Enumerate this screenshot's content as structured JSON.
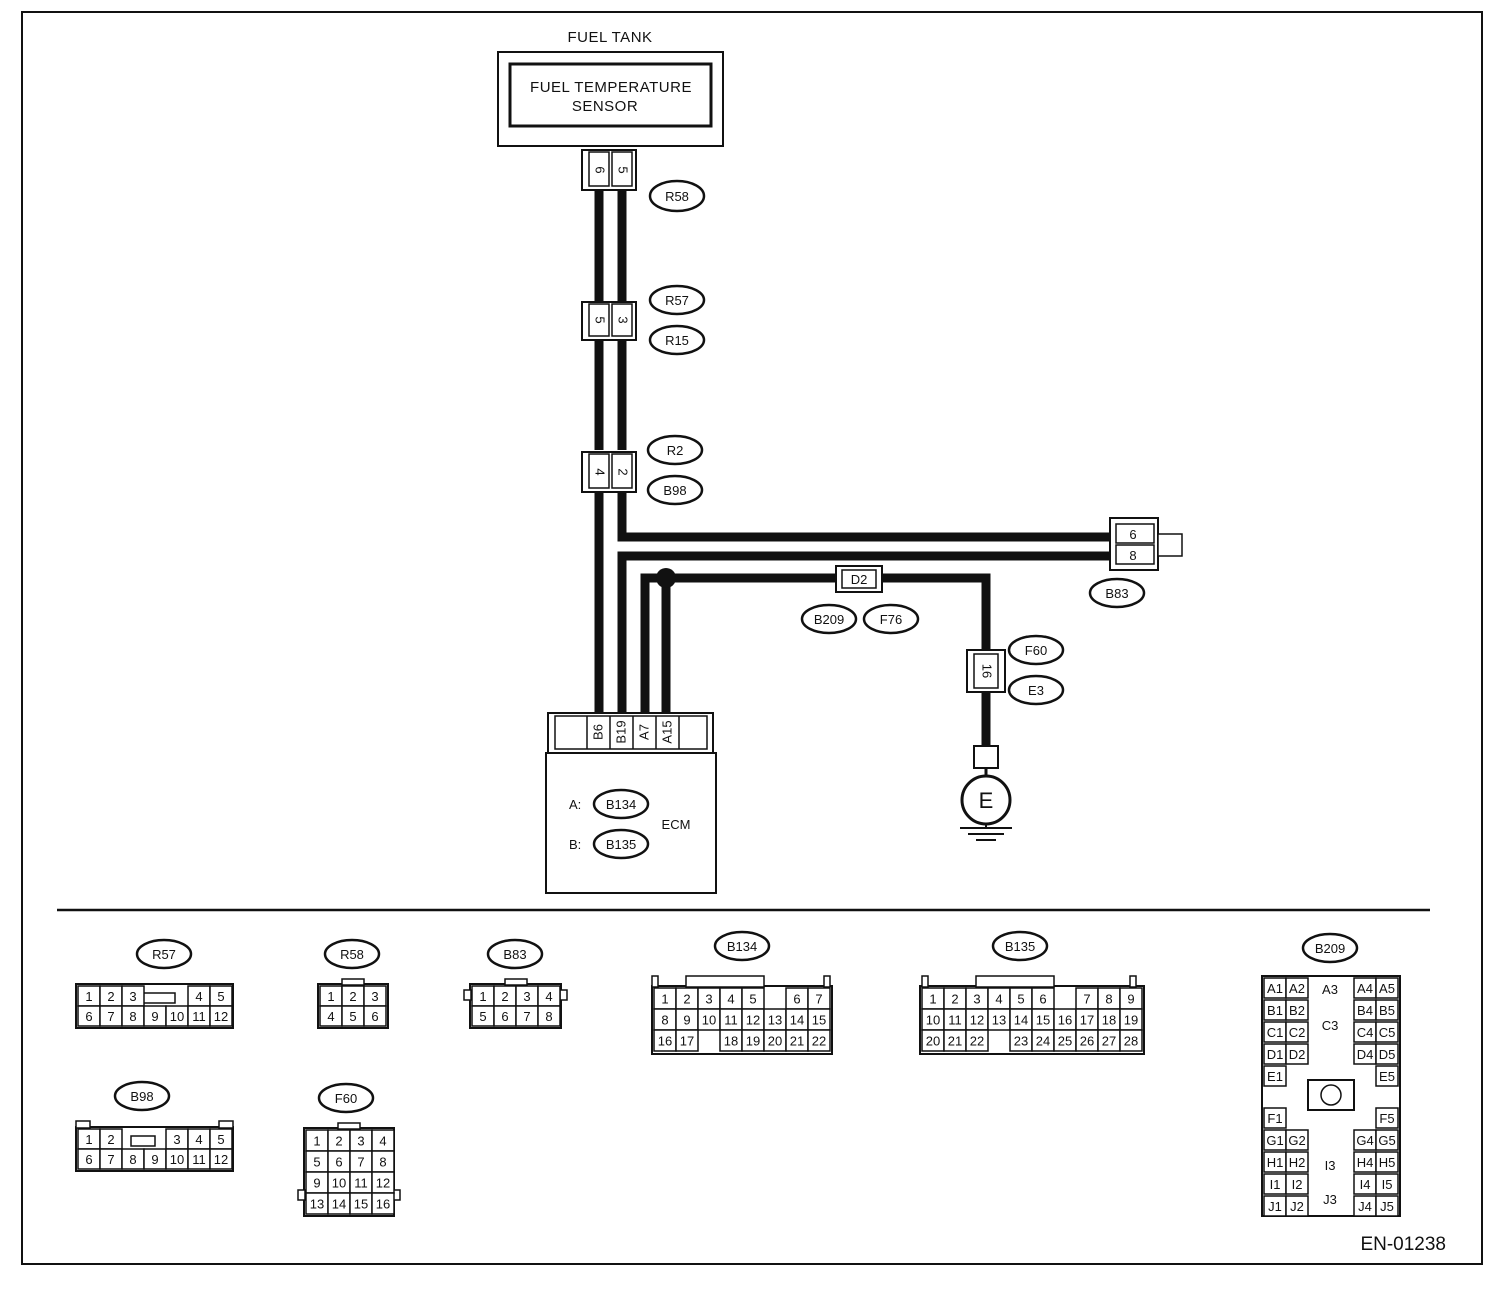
{
  "fuel_tank_label": "FUEL TANK",
  "sensor_label_1": "FUEL TEMPERATURE",
  "sensor_label_2": "SENSOR",
  "ecm": {
    "label": "ECM",
    "a_prefix": "A:",
    "b_prefix": "B:",
    "a_connector": "B134",
    "b_connector": "B135",
    "pins": [
      "B6",
      "B19",
      "A7",
      "A15"
    ]
  },
  "connectors": {
    "r58": {
      "tag": "R58",
      "pins": [
        "6",
        "5"
      ]
    },
    "r57": {
      "tags": [
        "R57",
        "R15"
      ],
      "pins": [
        "5",
        "3"
      ]
    },
    "r2": {
      "tags": [
        "R2",
        "B98"
      ],
      "pins": [
        "4",
        "2"
      ]
    },
    "b83": {
      "tag": "B83",
      "pins": [
        "6",
        "8"
      ]
    },
    "d2": {
      "label": "D2",
      "tags": [
        "B209",
        "F76"
      ]
    },
    "f60": {
      "tags": [
        "F60",
        "E3"
      ],
      "pin": "16"
    },
    "ground": "E"
  },
  "figure_id": "EN-01238",
  "pinouts": {
    "r57": {
      "tag": "R57",
      "row1": [
        "1",
        "2",
        "3",
        "",
        "",
        "4",
        "5"
      ],
      "row2": [
        "6",
        "7",
        "8",
        "9",
        "10",
        "11",
        "12"
      ]
    },
    "r58": {
      "tag": "R58",
      "row1": [
        "1",
        "2",
        "3"
      ],
      "row2": [
        "4",
        "5",
        "6"
      ]
    },
    "b83": {
      "tag": "B83",
      "row1": [
        "1",
        "2",
        "3",
        "4"
      ],
      "row2": [
        "5",
        "6",
        "7",
        "8"
      ]
    },
    "b98": {
      "tag": "B98",
      "row1": [
        "1",
        "2",
        "",
        "",
        "3",
        "4",
        "5"
      ],
      "row2": [
        "6",
        "7",
        "8",
        "9",
        "10",
        "11",
        "12"
      ]
    },
    "f60": {
      "tag": "F60",
      "rows": [
        [
          "1",
          "2",
          "3",
          "4"
        ],
        [
          "5",
          "6",
          "7",
          "8"
        ],
        [
          "9",
          "10",
          "11",
          "12"
        ],
        [
          "13",
          "14",
          "15",
          "16"
        ]
      ]
    },
    "b134": {
      "tag": "B134",
      "row1": [
        "1",
        "2",
        "3",
        "4",
        "5",
        "",
        "6",
        "7"
      ],
      "row2": [
        "8",
        "9",
        "10",
        "11",
        "12",
        "13",
        "14",
        "15"
      ],
      "row3": [
        "16",
        "17",
        "",
        "18",
        "19",
        "20",
        "21",
        "22"
      ]
    },
    "b135": {
      "tag": "B135",
      "row1": [
        "1",
        "2",
        "3",
        "4",
        "5",
        "6",
        "",
        "7",
        "8",
        "9"
      ],
      "row2": [
        "10",
        "11",
        "12",
        "13",
        "14",
        "15",
        "16",
        "17",
        "18",
        "19"
      ],
      "row3": [
        "20",
        "21",
        "22",
        "",
        "23",
        "24",
        "25",
        "26",
        "27",
        "28"
      ]
    },
    "b209": {
      "tag": "B209",
      "left": [
        [
          "A1",
          "A2"
        ],
        [
          "B1",
          "B2"
        ],
        [
          "C1",
          "C2"
        ],
        [
          "D1",
          "D2"
        ],
        [
          "E1"
        ],
        [
          "F1"
        ],
        [
          "G1",
          "G2"
        ],
        [
          "H1",
          "H2"
        ],
        [
          "I1",
          "I2"
        ],
        [
          "J1",
          "J2"
        ]
      ],
      "right": [
        [
          "A4",
          "A5"
        ],
        [
          "B4",
          "B5"
        ],
        [
          "C4",
          "C5"
        ],
        [
          "D4",
          "D5"
        ],
        [
          "E5"
        ],
        [
          "F5"
        ],
        [
          "G4",
          "G5"
        ],
        [
          "H4",
          "H5"
        ],
        [
          "I4",
          "I5"
        ],
        [
          "J4",
          "J5"
        ]
      ],
      "center": [
        "A3",
        "C3",
        "I3",
        "J3"
      ]
    }
  }
}
